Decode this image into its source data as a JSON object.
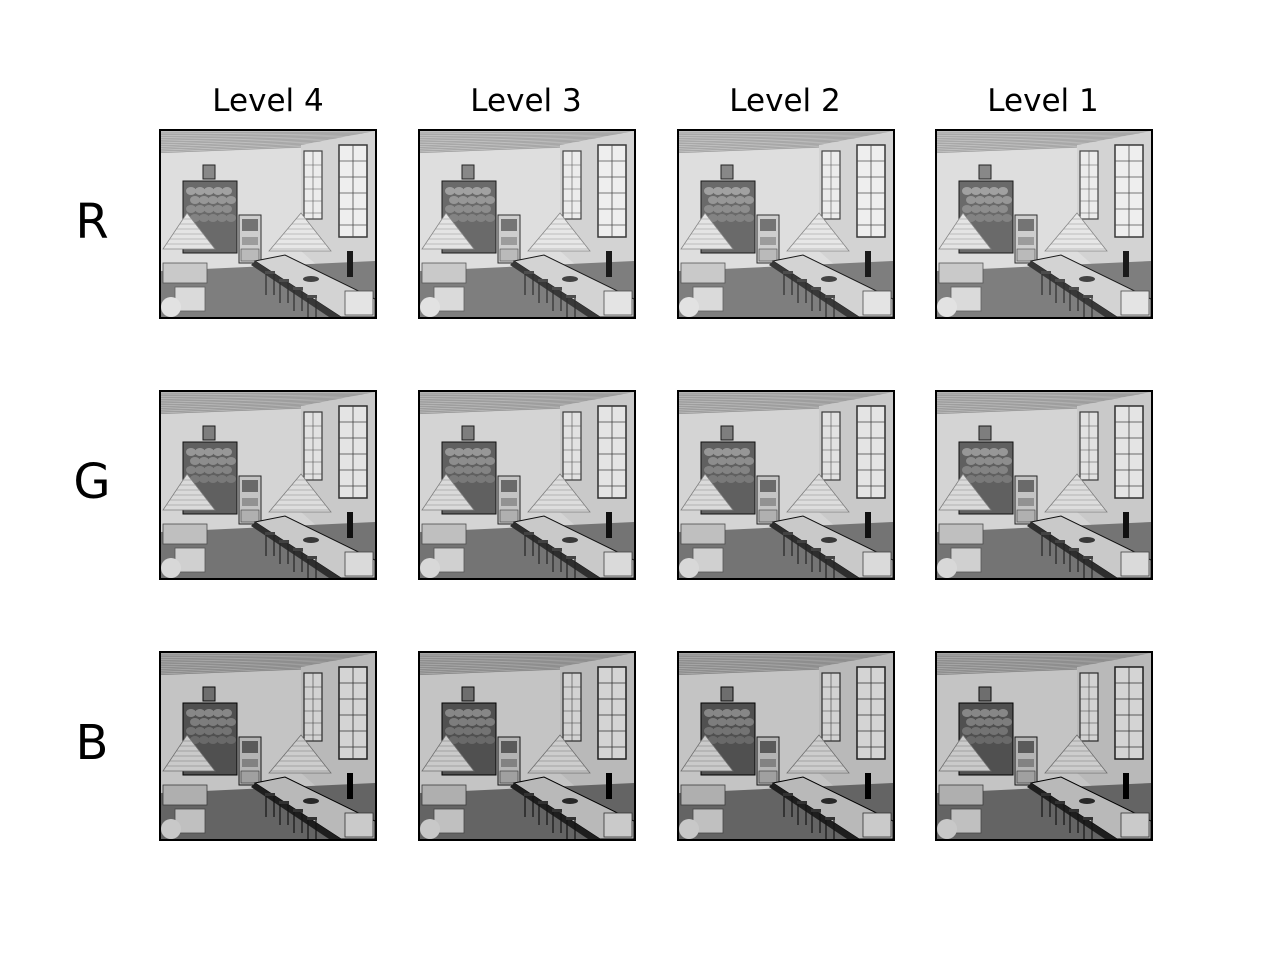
{
  "figure": {
    "columns": [
      "Level 4",
      "Level 3",
      "Level 2",
      "Level 1"
    ],
    "rows": [
      "R",
      "G",
      "B"
    ]
  },
  "panels": [
    {
      "row": "R",
      "column": "Level 4",
      "image": "grayscale-photo-shop-interior"
    },
    {
      "row": "R",
      "column": "Level 3",
      "image": "grayscale-photo-shop-interior"
    },
    {
      "row": "R",
      "column": "Level 2",
      "image": "grayscale-photo-shop-interior"
    },
    {
      "row": "R",
      "column": "Level 1",
      "image": "grayscale-photo-shop-interior"
    },
    {
      "row": "G",
      "column": "Level 4",
      "image": "grayscale-photo-shop-interior"
    },
    {
      "row": "G",
      "column": "Level 3",
      "image": "grayscale-photo-shop-interior"
    },
    {
      "row": "G",
      "column": "Level 2",
      "image": "grayscale-photo-shop-interior"
    },
    {
      "row": "G",
      "column": "Level 1",
      "image": "grayscale-photo-shop-interior"
    },
    {
      "row": "B",
      "column": "Level 4",
      "image": "grayscale-photo-shop-interior"
    },
    {
      "row": "B",
      "column": "Level 3",
      "image": "grayscale-photo-shop-interior"
    },
    {
      "row": "B",
      "column": "Level 2",
      "image": "grayscale-photo-shop-interior"
    },
    {
      "row": "B",
      "column": "Level 1",
      "image": "grayscale-photo-shop-interior"
    }
  ],
  "colors": {
    "frame": "#000000",
    "background": "#ffffff"
  }
}
